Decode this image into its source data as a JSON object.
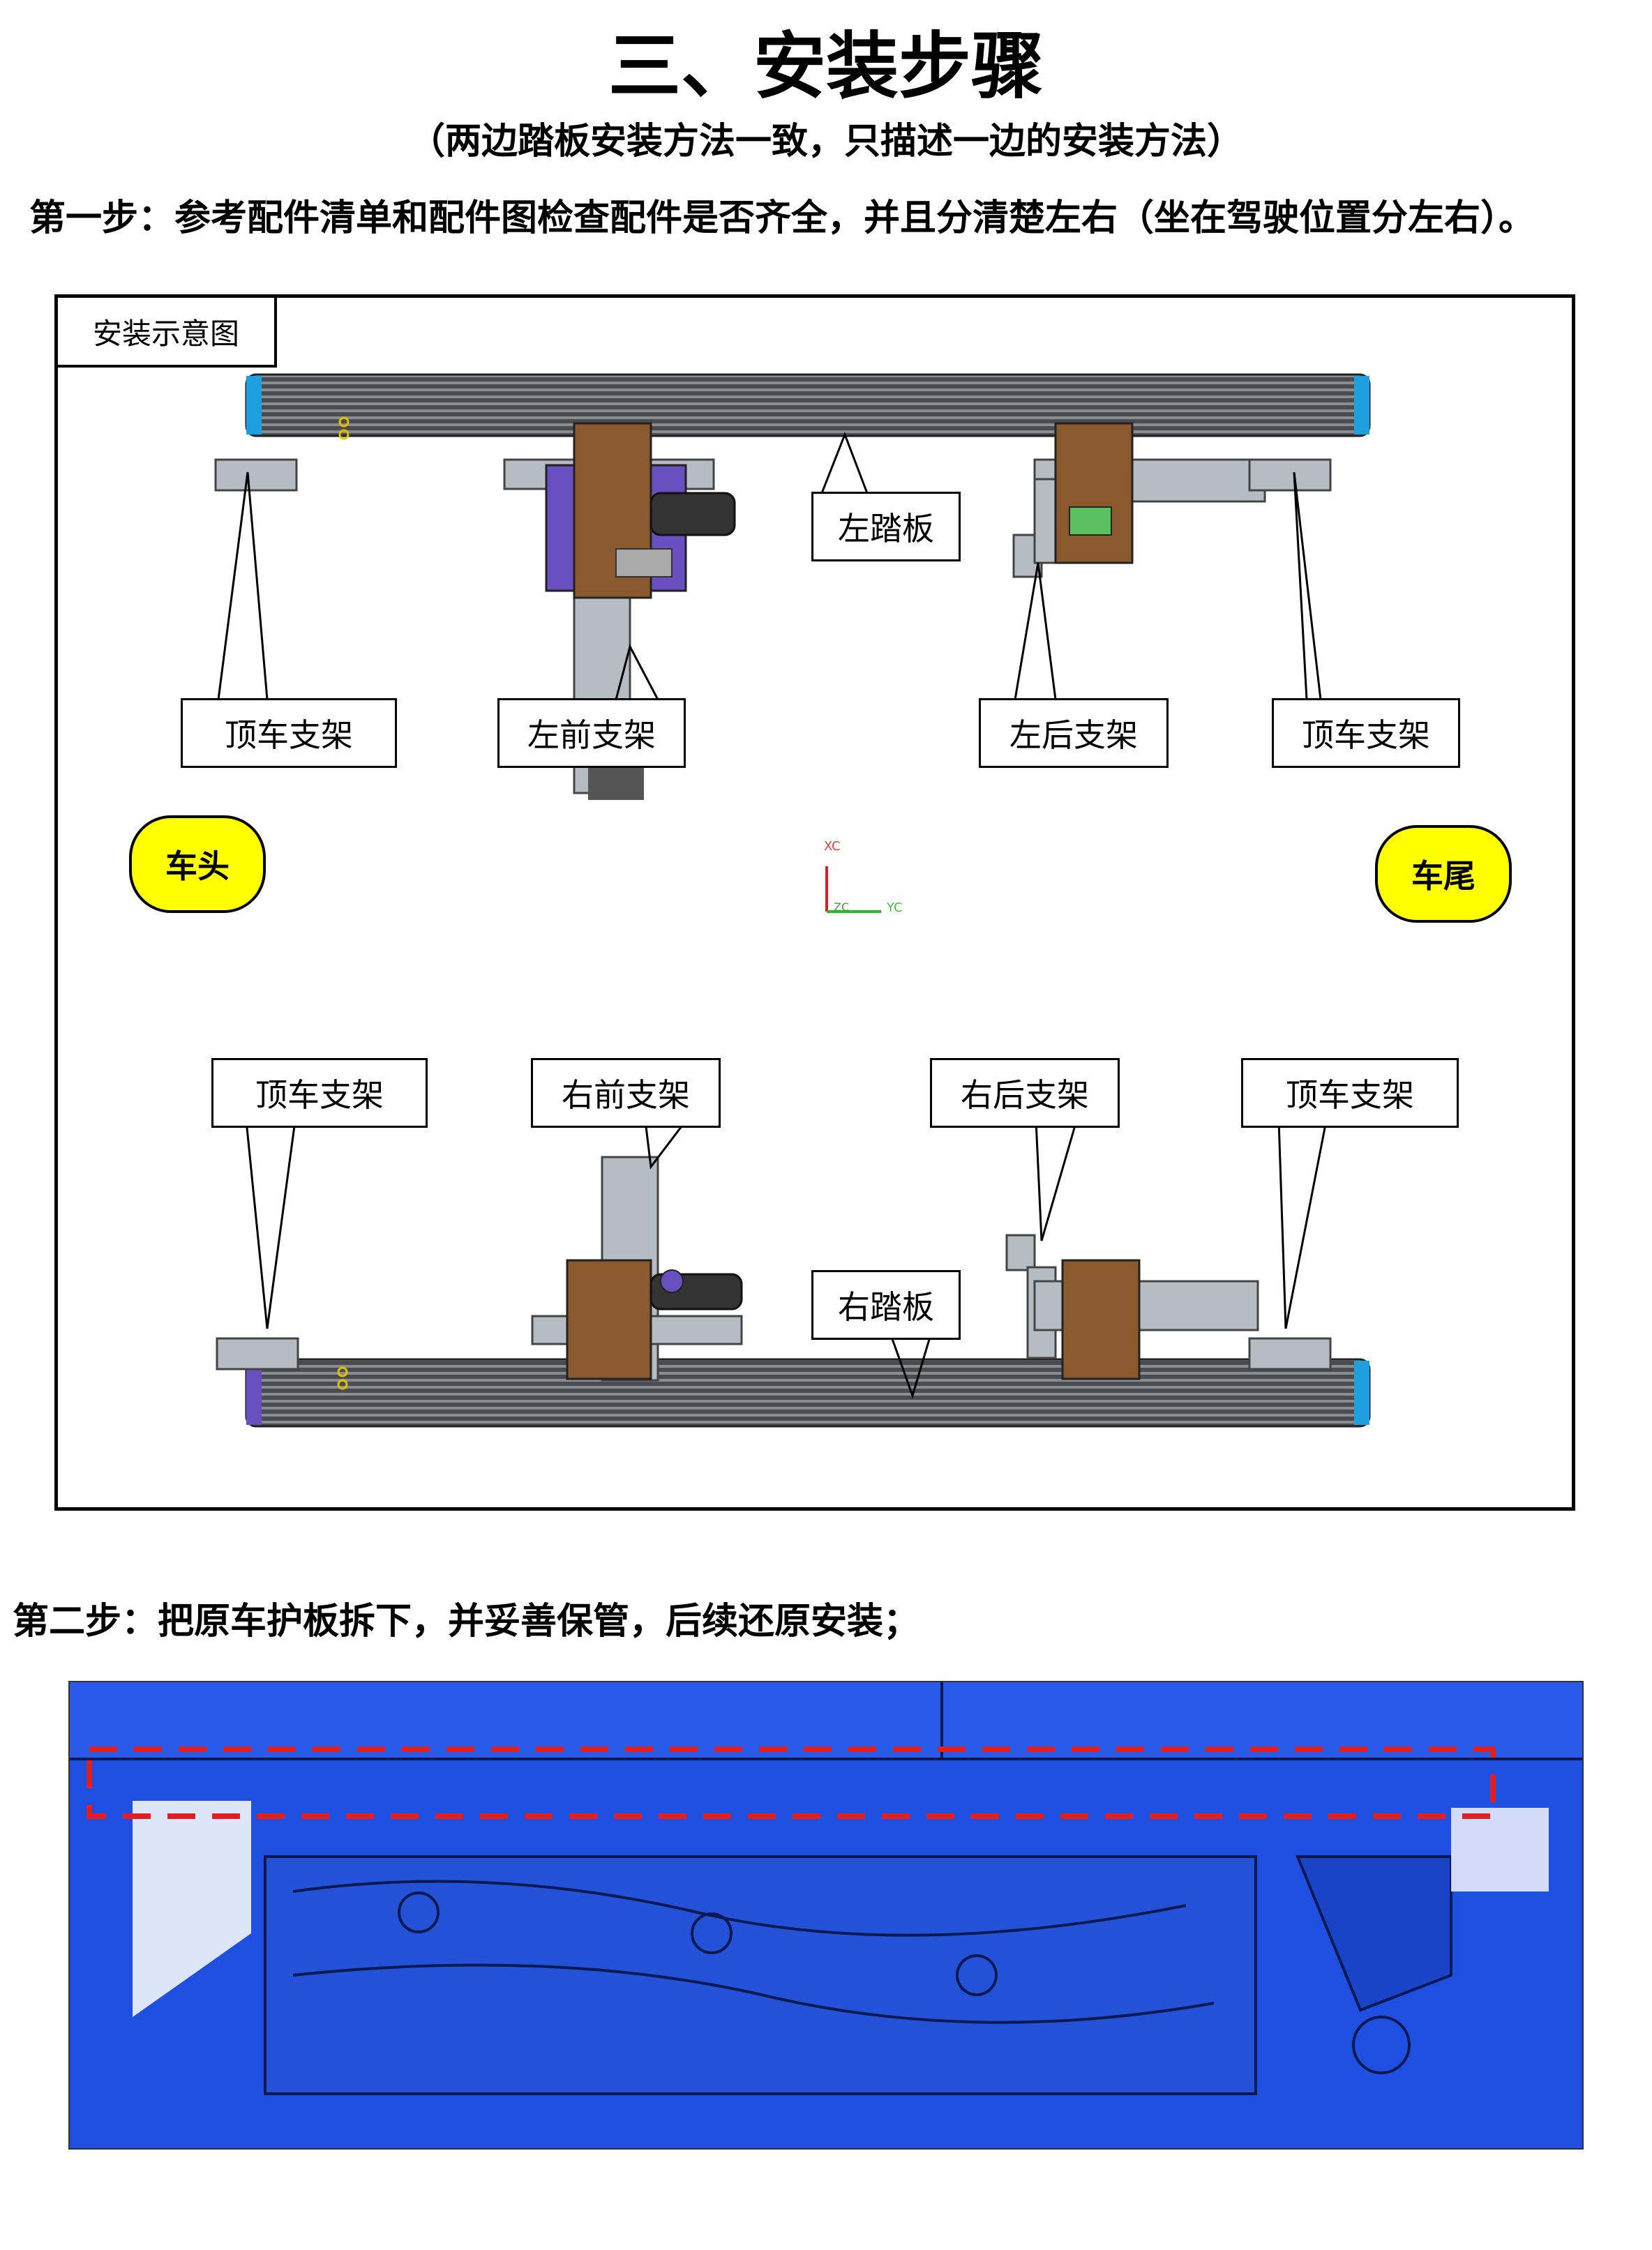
{
  "page": {
    "title": "三、安装步骤",
    "subtitle": "（两边踏板安装方法一致，只描述一边的安装方法）",
    "step1": "第一步：参考配件清单和配件图检查配件是否齐全，并且分清楚左右（坐在驾驶位置分左右）。",
    "step2": "第二步：把原车护板拆下，并妥善保管，后续还原安装；"
  },
  "diagram": {
    "tag": "安装示意图",
    "labels": {
      "left_board": "左踏板",
      "right_board": "右踏板",
      "top_bracket": "顶车支架",
      "left_front": "左前支架",
      "left_rear": "左后支架",
      "right_front": "右前支架",
      "right_rear": "右后支架",
      "front": "车头",
      "rear": "车尾"
    },
    "axes": {
      "xc": "XC",
      "yc": "YC",
      "zc": "ZC"
    },
    "colors": {
      "board": "#55575b",
      "bracket": "#b6bcc4",
      "motor": "#6b3b1c",
      "purple": "#6a4fc0",
      "end_cap": "#1e9fe0",
      "pill": "#ffff00"
    }
  },
  "photo": {
    "description_icon": "vehicle-underbody-scan",
    "colors": {
      "body": "#1f4fe0",
      "highlight": "#e02020"
    }
  }
}
